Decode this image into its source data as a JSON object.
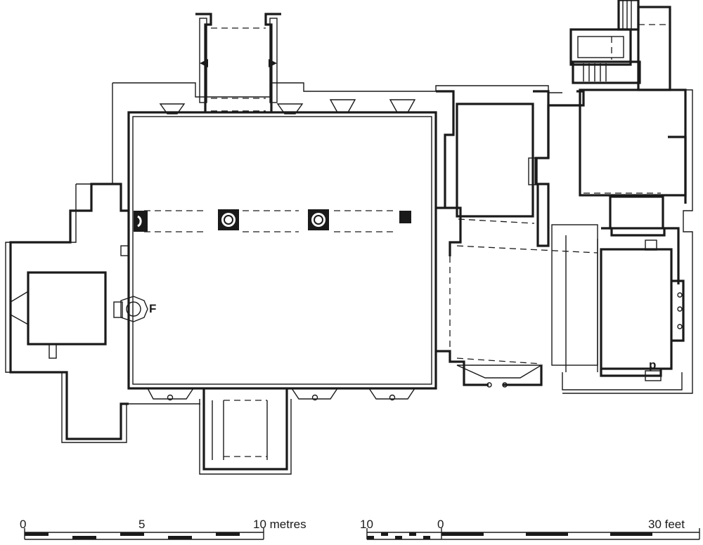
{
  "labels": {
    "font": "F",
    "piscina": "p"
  },
  "scale_metric": {
    "ticks": [
      "0",
      "5",
      "10 metres"
    ]
  },
  "scale_imperial": {
    "ticks": [
      "10",
      "0",
      "30 feet"
    ]
  }
}
